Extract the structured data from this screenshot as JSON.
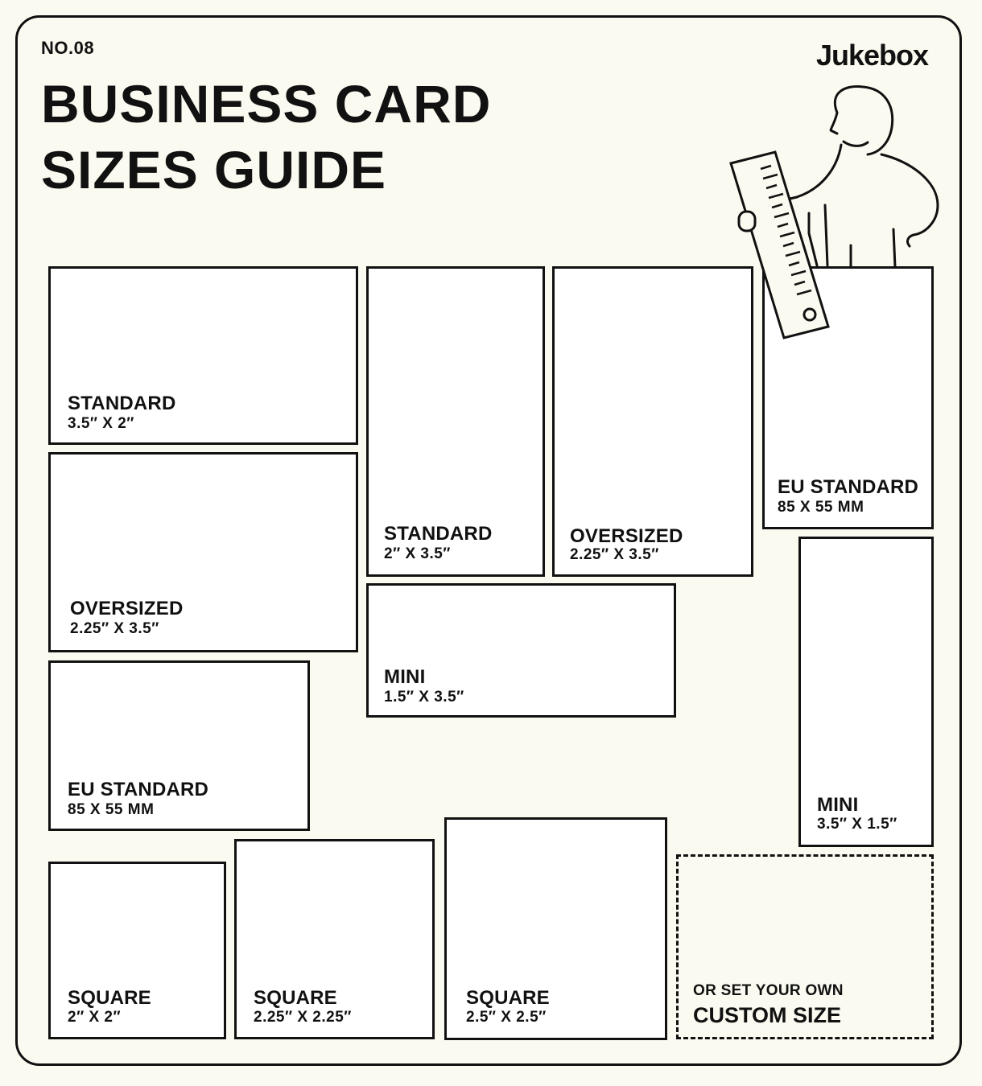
{
  "header": {
    "issue": "NO.08",
    "title_line1": "BUSINESS CARD",
    "title_line2": "SIZES GUIDE",
    "brand": "Jukebox"
  },
  "cards": {
    "standard_landscape": {
      "name": "STANDARD",
      "size": "3.5″ X 2″"
    },
    "oversized_landscape": {
      "name": "OVERSIZED",
      "size": "2.25″ X 3.5″"
    },
    "eu_landscape": {
      "name": "EU STANDARD",
      "size": "85 X 55 MM"
    },
    "standard_portrait": {
      "name": "STANDARD",
      "size": "2″ X 3.5″"
    },
    "oversized_portrait": {
      "name": "OVERSIZED",
      "size": "2.25″ X 3.5″"
    },
    "eu_portrait": {
      "name": "EU STANDARD",
      "size": "85 X 55 MM"
    },
    "mini_landscape": {
      "name": "MINI",
      "size": "1.5″ X 3.5″"
    },
    "mini_portrait": {
      "name": "MINI",
      "size": "3.5″ X 1.5″"
    },
    "square_2": {
      "name": "SQUARE",
      "size": "2″ X 2″"
    },
    "square_225": {
      "name": "SQUARE",
      "size": "2.25″ X 2.25″"
    },
    "square_25": {
      "name": "SQUARE",
      "size": "2.5″ X 2.5″"
    },
    "custom": {
      "pre": "OR SET YOUR OWN",
      "main": "CUSTOM SIZE"
    }
  },
  "colors": {
    "ink": "#111111",
    "background": "#fbfaf0",
    "card": "#ffffff"
  }
}
